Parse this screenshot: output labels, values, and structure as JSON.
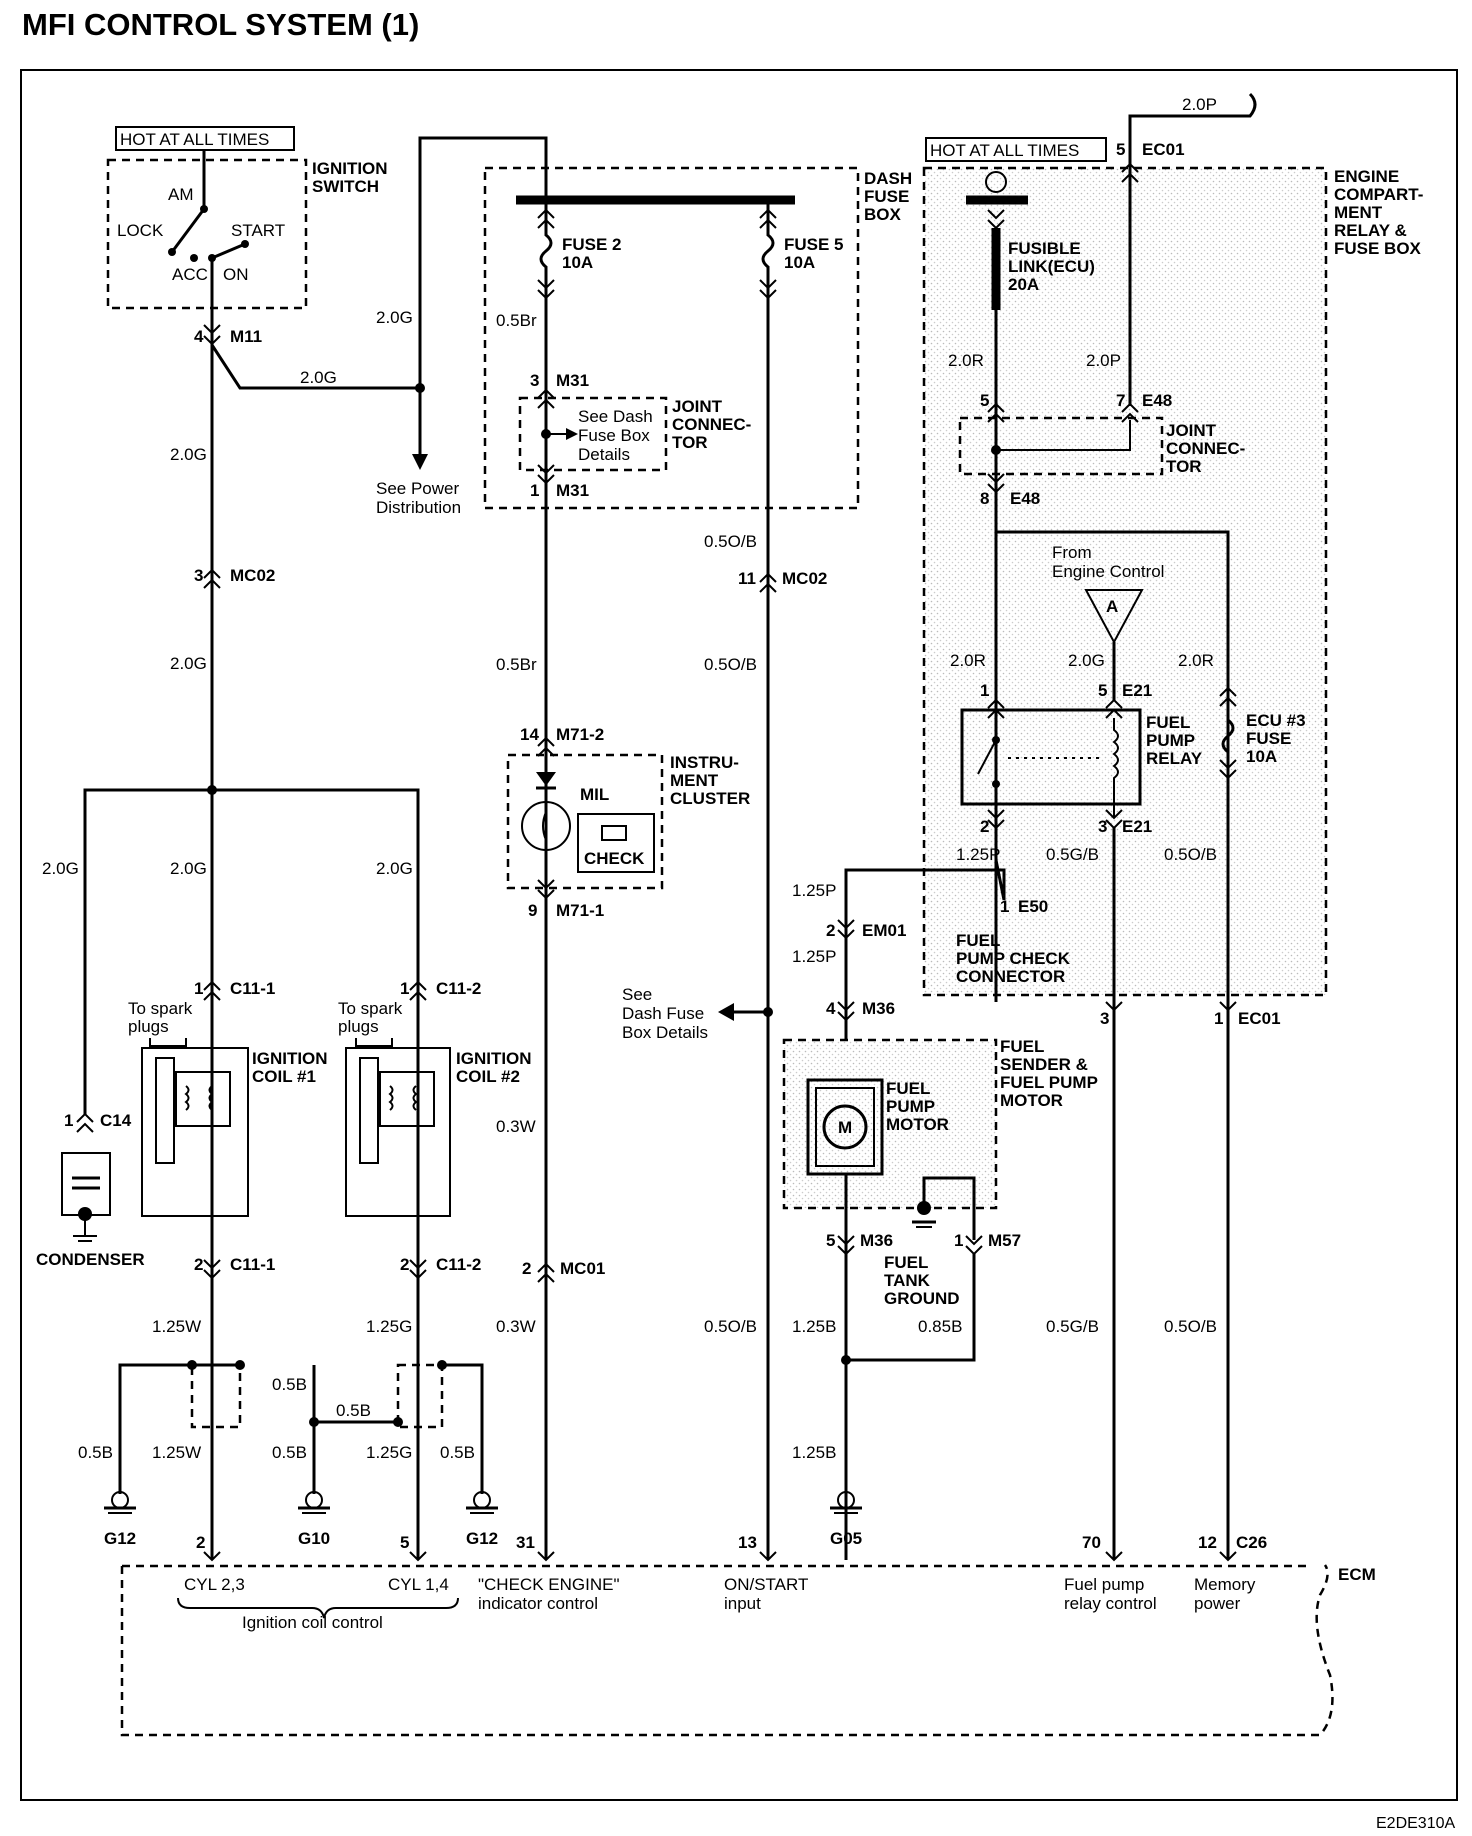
{
  "title": "MFI CONTROL SYSTEM (1)",
  "figure_code": "E2DE310A",
  "ignition": {
    "hot_label": "HOT AT ALL TIMES",
    "switch_label": [
      "IGNITION",
      "SWITCH"
    ],
    "am": "AM",
    "lock": "LOCK",
    "start": "START",
    "acc": "ACC",
    "on": "ON",
    "pin": "4",
    "conn": "M11"
  },
  "wires": {
    "g20": "2.0G",
    "br05": "0.5Br",
    "ob05": "0.5O/B",
    "r20": "2.0R",
    "p20": "2.0P",
    "p125": "1.25P",
    "gb05": "0.5G/B",
    "w03": "0.3W",
    "w125": "1.25W",
    "g125": "1.25G",
    "b05": "0.5B",
    "b125": "1.25B",
    "b085": "0.85B"
  },
  "power_distribution": [
    "See Power",
    "Distribution"
  ],
  "dash_fuse": {
    "label": [
      "DASH",
      "FUSE",
      "BOX"
    ],
    "fuse2": [
      "FUSE 2",
      "10A"
    ],
    "fuse5": [
      "FUSE 5",
      "10A"
    ],
    "joint": [
      "JOINT",
      "CONNEC-",
      "TOR"
    ],
    "see_details": [
      "See Dash",
      "Fuse Box",
      "Details"
    ],
    "pin3": "3",
    "pin1": "1",
    "conn": "M31"
  },
  "instrument": {
    "label": [
      "INSTRU-",
      "MENT",
      "CLUSTER"
    ],
    "mil": "MIL",
    "check": "CHECK",
    "pin14": "14",
    "conn_top": "M71-2",
    "pin9": "9",
    "conn_bot": "M71-1"
  },
  "connectors": {
    "mc02": "MC02",
    "mc02_pin3": "3",
    "mc02_pin11": "11",
    "c11_1": "C11-1",
    "c11_2": "C11-2",
    "c14": "C14",
    "mc01": "MC01",
    "em01": "EM01",
    "m36": "M36",
    "m57": "M57",
    "ec01": "EC01",
    "e48": "E48",
    "e21": "E21",
    "e50": "E50",
    "c26": "C26",
    "pin1": "1",
    "pin2": "2",
    "pin3": "3",
    "pin4": "4",
    "pin5": "5",
    "pin7": "7",
    "pin8": "8",
    "pin12": "12",
    "pin13": "13",
    "pin31": "31",
    "pin70": "70"
  },
  "coils": {
    "spark": [
      "To spark",
      "plugs"
    ],
    "coil1": [
      "IGNITION",
      "COIL #1"
    ],
    "coil2": [
      "IGNITION",
      "COIL #2"
    ],
    "condenser": "CONDENSER"
  },
  "grounds": {
    "g12": "G12",
    "g10": "G10",
    "g05": "G05"
  },
  "dash_see": [
    "See",
    "Dash Fuse",
    "Box Details"
  ],
  "engine_box": {
    "hot_label": "HOT AT ALL TIMES",
    "label": [
      "ENGINE",
      "COMPART-",
      "MENT",
      "RELAY &",
      "FUSE BOX"
    ],
    "fusible": [
      "FUSIBLE",
      "LINK(ECU)",
      "20A"
    ],
    "joint": [
      "JOINT",
      "CONNEC-",
      "TOR"
    ],
    "from_engine": [
      "From",
      "Engine Control"
    ],
    "triangle": "A",
    "relay": [
      "FUEL",
      "PUMP",
      "RELAY"
    ],
    "ecu_fuse": [
      "ECU #3",
      "FUSE",
      "10A"
    ],
    "check_conn": [
      "FUEL",
      "PUMP CHECK",
      "CONNECTOR"
    ]
  },
  "fuel_sender": {
    "label": [
      "FUEL",
      "SENDER &",
      "FUEL PUMP",
      "MOTOR"
    ],
    "motor": [
      "FUEL",
      "PUMP",
      "MOTOR"
    ],
    "m": "M",
    "tank_ground": [
      "FUEL",
      "TANK",
      "GROUND"
    ]
  },
  "ecm": {
    "label": "ECM",
    "cyl23": "CYL 2,3",
    "cyl14": "CYL 1,4",
    "ign_ctrl": "Ignition coil control",
    "check_engine": [
      "\"CHECK ENGINE\"",
      "indicator control"
    ],
    "on_start": [
      "ON/START",
      "input"
    ],
    "fuel_pump": [
      "Fuel pump",
      "relay control"
    ],
    "memory": [
      "Memory",
      "power"
    ]
  }
}
